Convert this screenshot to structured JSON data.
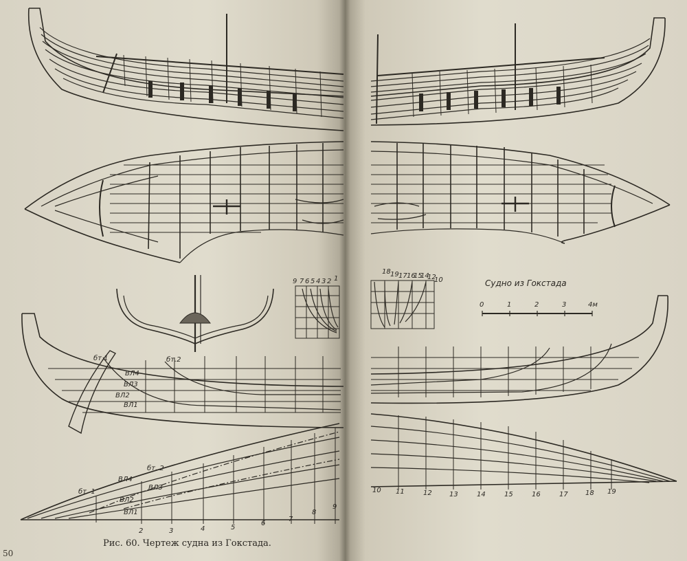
{
  "page": {
    "number": "50",
    "caption": "Рис. 60. Чертеж судна из Гокстада."
  },
  "drawing": {
    "title": "Судно из Гокстада",
    "scale": {
      "ticks": [
        "0",
        "1",
        "2",
        "3",
        "4м"
      ]
    },
    "body_plan_stations_left": [
      "9",
      "7",
      "6",
      "5",
      "4",
      "3",
      "2",
      "1"
    ],
    "body_plan_stations_right": [
      "18",
      "19",
      "17",
      "16",
      "15",
      "14",
      "12",
      "10"
    ],
    "sheer_labels": [
      "бт.1",
      "бт.2",
      "ВЛ4",
      "ВЛ3",
      "ВЛ2",
      "ВЛ1"
    ],
    "halfbreadth_labels": [
      "бт. 2",
      "бт. 1",
      "ВЛ4",
      "ВЛЗ",
      "ВЛ2",
      "ВЛ1"
    ],
    "stations_left": [
      "2",
      "3",
      "4",
      "5",
      "6",
      "7",
      "8",
      "9"
    ],
    "stations_right": [
      "10",
      "11",
      "12",
      "13",
      "14",
      "15",
      "16",
      "17",
      "18",
      "19"
    ]
  }
}
